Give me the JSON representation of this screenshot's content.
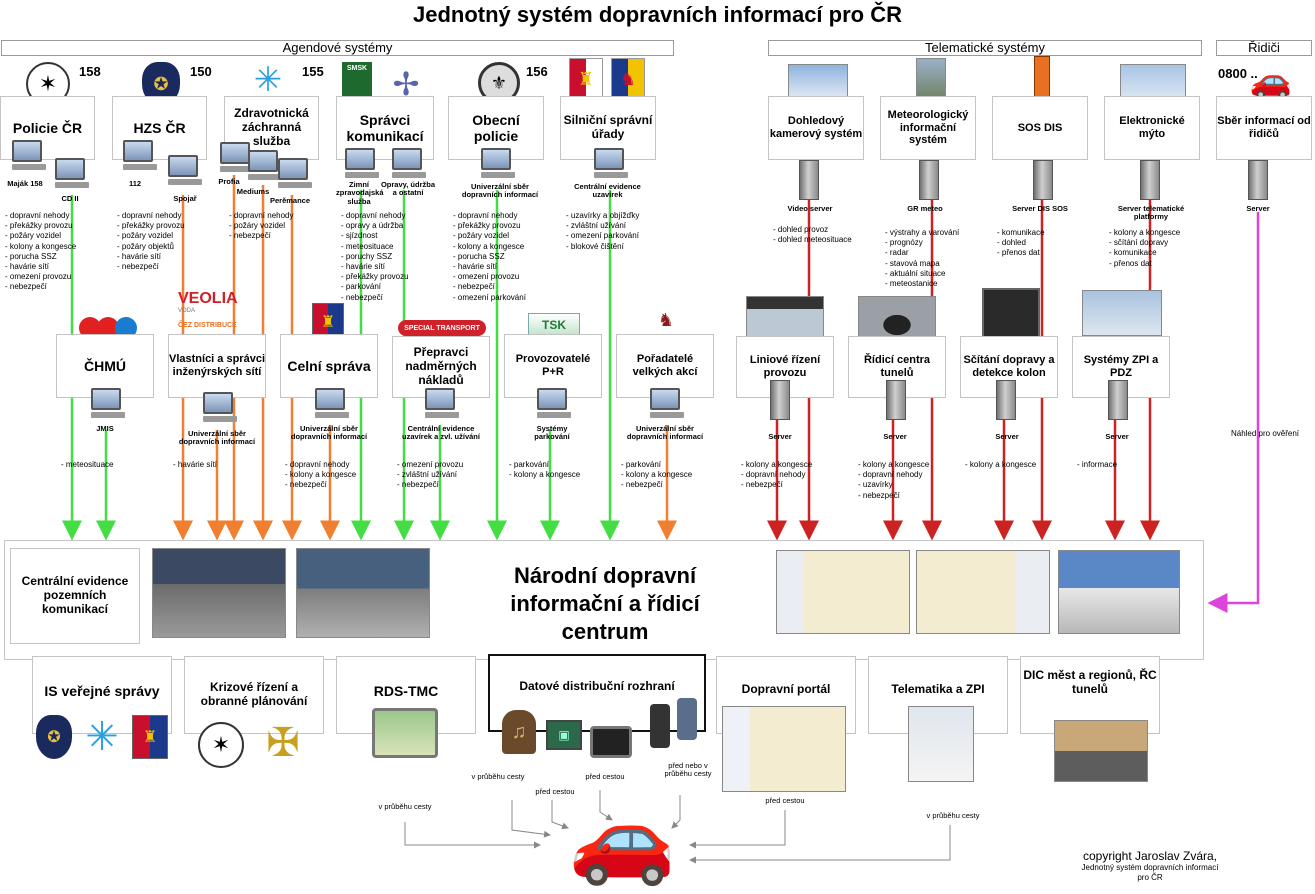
{
  "title": "Jednotný systém dopravních informací pro ČR",
  "groups": {
    "agendove": "Agendové systémy",
    "telematicke": "Telematické systémy",
    "ridici": "Řidiči"
  },
  "top_boxes": [
    {
      "name": "Policie ČR",
      "number": "158",
      "pc_labels": [
        "Maják 158",
        "CD II"
      ],
      "items": [
        "- dopravní nehody",
        "- překážky provozu",
        "- požáry vozidel",
        "- kolony a kongesce",
        "- porucha SSZ",
        "- havárie sítí",
        "- omezení provozu",
        "- nebezpečí"
      ]
    },
    {
      "name": "HZS ČR",
      "number": "150",
      "pc_labels": [
        "112",
        "Spojař"
      ],
      "items": [
        "- dopravní nehody",
        "- překážky provozu",
        "- požáry vozidel",
        "- požáry objektů",
        "- havárie sítí",
        "- nebezpečí"
      ]
    },
    {
      "name": "Zdravotnická záchranná služba",
      "number": "155",
      "pc_labels": [
        "Profia",
        "Mediums",
        "Perěmance"
      ],
      "items": [
        "- dopravní nehody",
        "- požáry vozidel",
        "- nebezpečí"
      ]
    },
    {
      "name": "Správci komunikací",
      "logo_text": "SMSK",
      "pc_labels": [
        "Zimní zpravodajská služba",
        "Opravy, údržba a ostatní"
      ],
      "items": [
        "- dopravní nehody",
        "- opravy a údržba",
        "- sjízdnost",
        "- meteosituace",
        "- poruchy SSZ",
        "- havárie sítí",
        "- překážky provozu",
        "- parkování",
        "- nebezpečí"
      ]
    },
    {
      "name": "Obecní policie",
      "number": "156",
      "pc_labels": [
        "Univerzální sběr dopravních informací"
      ],
      "items": [
        "- dopravní nehody",
        "- překážky provozu",
        "- požáry vozidel",
        "- kolony a kongesce",
        "- porucha SSZ",
        "- havárie sítí",
        "- omezení provozu",
        "- nebezpečí",
        "- omezení parkování"
      ]
    },
    {
      "name": "Silniční správní úřady",
      "pc_labels": [
        "Centrální evidence uzavírek"
      ],
      "items": [
        "- uzavírky a objížďky",
        "- zvláštní užívání",
        "- omezení parkování",
        "- blokové čištění"
      ]
    }
  ],
  "tele_boxes": [
    {
      "name": "Dohledový kamerový systém",
      "server": "Video server",
      "items": [
        "- dohled provoz",
        "- dohled meteosituace"
      ]
    },
    {
      "name": "Meteorologický informační systém",
      "server": "GR meteo",
      "items": [
        "- výstrahy a varování",
        "- prognózy",
        "- radar",
        "- stavová mapa",
        "- aktuální situace",
        "- meteostanice"
      ]
    },
    {
      "name": "SOS DIS",
      "server": "Server DIS SOS",
      "items": [
        "- komunikace",
        "- dohled",
        "- přenos dat"
      ]
    },
    {
      "name": "Elektronické mýto",
      "server": "Server telematické platformy",
      "items": [
        "- kolony a kongesce",
        "- sčítání dopravy",
        "- komunikace",
        "- přenos dat"
      ]
    }
  ],
  "driver_box": {
    "name": "Sběr informací od řidičů",
    "number": "0800 ..",
    "server": "Server",
    "note": "Náhled pro ověření"
  },
  "mid_boxes": [
    {
      "name": "ČHMÚ",
      "pc_label": "JMIS",
      "items": [
        "- meteosituace"
      ]
    },
    {
      "name": "Vlastníci a správci inženýrských sítí",
      "logos": [
        "VEOLIA",
        "VODA",
        "ČEZ DISTRIBUCE"
      ],
      "pc_label": "Univerzální sběr dopravních informací",
      "items": [
        "- havárie sítí"
      ]
    },
    {
      "name": "Celní správa",
      "pc_label": "Univerzální sběr dopravních informací",
      "items": [
        "- dopravní nehody",
        "- kolony a kongesce",
        "- nebezpečí"
      ]
    },
    {
      "name": "Přepravci nadměrných nákladů",
      "logo": "SPECIAL TRANSPORT",
      "pc_label": "Centrální evidence uzavírek a zvl. užívání",
      "items": [
        "- omezení provozu",
        "- zvláštní užívání",
        "- nebezpečí"
      ]
    },
    {
      "name": "Provozovatelé P+R",
      "logo": "TSK",
      "pc_label": "Systémy parkování",
      "items": [
        "- parkování",
        "- kolony a kongesce"
      ]
    },
    {
      "name": "Pořadatelé velkých akcí",
      "pc_label": "Univerzální sběr dopravních informací",
      "items": [
        "- parkování",
        "- kolony a kongesce",
        "- nebezpečí"
      ]
    }
  ],
  "mid_tele": [
    {
      "name": "Liniové řízení provozu",
      "server": "Server",
      "items": [
        "- kolony a kongesce",
        "- dopravní nehody",
        "- nebezpečí"
      ]
    },
    {
      "name": "Řídicí centra tunelů",
      "server": "Server",
      "items": [
        "- kolony a kongesce",
        "- dopravní nehody",
        "- uzavírky",
        "- nebezpečí"
      ]
    },
    {
      "name": "Sčítání dopravy a detekce kolon",
      "server": "Server",
      "items": [
        "- kolony a kongesce"
      ]
    },
    {
      "name": "Systémy ZPI a PDZ",
      "server": "Server",
      "items": [
        "- informace"
      ]
    }
  ],
  "central": {
    "left_box": "Centrální evidence pozemních komunikací",
    "title": "Národní dopravní informační a řídicí centrum"
  },
  "bottom_boxes": [
    {
      "name": "IS veřejné správy"
    },
    {
      "name": "Krizové řízení a obranné plánování"
    },
    {
      "name": "RDS-TMC",
      "note": "v průběhu cesty"
    },
    {
      "name": "Datové distribuční rozhraní",
      "notes": [
        "v průběhu cesty",
        "před cestou",
        "před cestou",
        "před nebo v průběhu cesty"
      ]
    },
    {
      "name": "Dopravní portál",
      "note": "před cestou"
    },
    {
      "name": "Telematika a ZPI",
      "note": "v průběhu cesty"
    },
    {
      "name": "DIC měst a regionů, ŘC tunelů"
    }
  ],
  "copyright": {
    "line1": "copyright Jaroslav Zvára,",
    "line2": "Jednotný systém dopravních informací",
    "line3": "pro ČR"
  },
  "colors": {
    "green": "#44dd44",
    "orange": "#f08030",
    "red": "#cc2222",
    "magenta": "#dd44dd",
    "arrow_gray": "#999999"
  }
}
